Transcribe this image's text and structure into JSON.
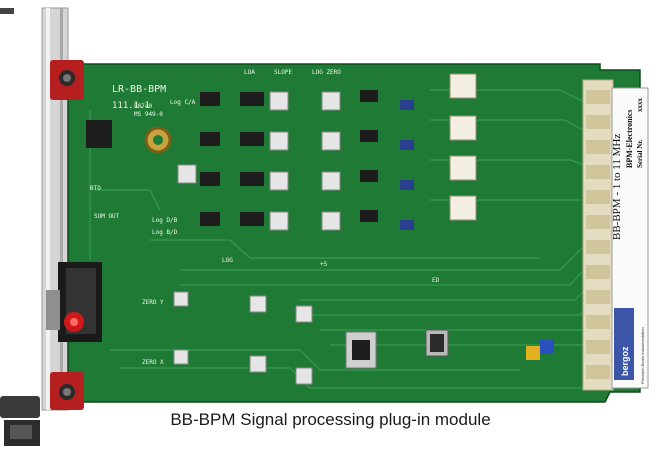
{
  "caption": "BB-BPM Signal processing plug-in module",
  "board": {
    "name": "LR-BB-BPM",
    "revision": "111.1.1",
    "codes": [
      "E0740",
      "MS 949-0"
    ],
    "section_labels": [
      "LOA",
      "SLOPE",
      "LOG ZERO"
    ],
    "channel_labels": [
      "Log C/A",
      "Log D/B",
      "Log B/D",
      "LOG"
    ],
    "misc_labels": [
      "BTO",
      "SUM OUT",
      "ZERO Y",
      "ZERO X",
      "+5",
      "ED"
    ],
    "side_label": {
      "title": "BB-BPM - 1 to 11 MHz",
      "maker": "BPM-Electronics",
      "serial_label": "Serial Nr.",
      "serial_value": "xxxx"
    },
    "brand": "bergoz",
    "brand_tagline": "Precision Beam Instrumentation"
  },
  "colors": {
    "pcb": "#1f7a35",
    "pcb_dark": "#145a26",
    "trace": "#2f9a48",
    "faceplate": "#d9d9d9",
    "panel_red": "#b51f1f",
    "connector": "#e4dcc0",
    "chip": "#1d1d1d"
  }
}
